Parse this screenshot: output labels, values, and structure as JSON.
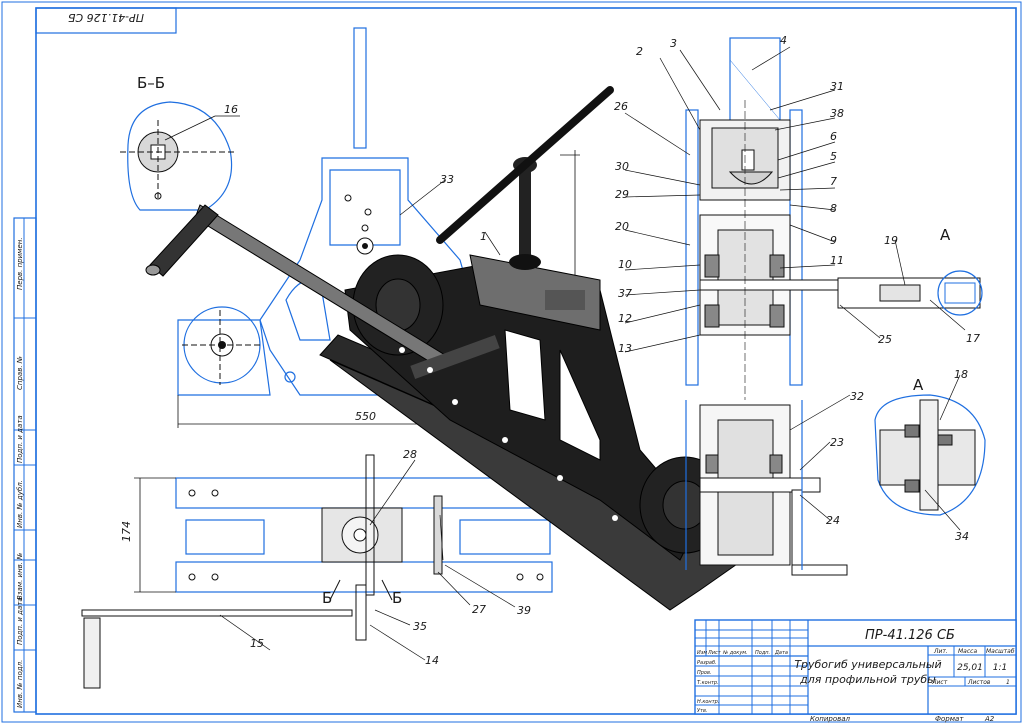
{
  "stamp_top": "ПР-41.126 СБ",
  "section_bb": "Б–Б",
  "view_a_top": "А",
  "view_a_bottom": "А",
  "cut_b_left": "Б",
  "cut_b_right": "Б",
  "dim_550": "550",
  "dim_174": "174",
  "part_labels": {
    "p1": "1",
    "p2": "2",
    "p3": "3",
    "p4": "4",
    "p5": "5",
    "p6": "6",
    "p7": "7",
    "p8": "8",
    "p9": "9",
    "p10": "10",
    "p11": "11",
    "p12": "12",
    "p13": "13",
    "p14": "14",
    "p15": "15",
    "p16": "16",
    "p17": "17",
    "p18": "18",
    "p19": "19",
    "p20": "20",
    "p23": "23",
    "p24": "24",
    "p25": "25",
    "p26": "26",
    "p27": "27",
    "p28": "28",
    "p29": "29",
    "p30": "30",
    "p31": "31",
    "p32": "32",
    "p33": "33",
    "p34": "34",
    "p35": "35",
    "p37": "37",
    "p38": "38",
    "p39": "39"
  },
  "title_block": {
    "designation": "ПР-41.126 СБ",
    "name_line1": "Трубогиб универсальный",
    "name_line2": "для профильной трубы",
    "col_lit": "Лит.",
    "col_mass": "Масса",
    "col_scale": "Масштаб",
    "mass_value": "25,01",
    "scale_value": "1:1",
    "sheet_label": "Лист",
    "sheets_label": "Листов",
    "sheets_value": "1",
    "hdr_izm": "Изм",
    "hdr_list": "Лист",
    "hdr_doc": "№ докум.",
    "hdr_sign": "Подп.",
    "hdr_date": "Дата",
    "row_razrab": "Разраб.",
    "row_prov": "Пров.",
    "row_tkontr": "Т.контр.",
    "row_nkontr": "Н.контр.",
    "row_utv": "Утв.",
    "copied": "Копировал",
    "format_label": "Формат",
    "format_value": "А2"
  },
  "side_strip": {
    "s1": "Перв. примен.",
    "s2": "Справ. №",
    "s3": "Подп. и дата",
    "s4": "Инв. № дубл.",
    "s5": "Взам. инв. №",
    "s6": "Подп. и дата",
    "s7": "Инв. № подл."
  }
}
